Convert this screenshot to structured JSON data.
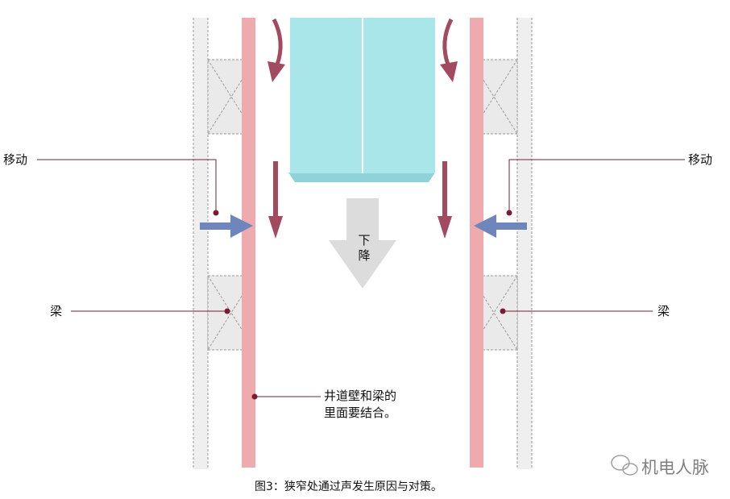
{
  "labels": {
    "move_left": "移动",
    "move_right": "移动",
    "beam_left": "梁",
    "beam_right": "梁",
    "descend_1": "下",
    "descend_2": "降",
    "note_line1": "井道壁和梁的",
    "note_line2": "里面要结合。",
    "caption": "图3：狭窄处通过声发生原因与对策。",
    "watermark": "机电人脉"
  },
  "colors": {
    "wall_fill": "#efefef",
    "wall_dash": "#9a9a9a",
    "pink_strip": "#eeaaad",
    "car_fill": "#a9e6ea",
    "car_bottom": "#8fd3d9",
    "airflow_arrow": "#a24a60",
    "push_arrow": "#6f86bd",
    "descend_arrow": "#dcdcdc",
    "leader_line": "#7a1c34",
    "text": "#111111"
  }
}
